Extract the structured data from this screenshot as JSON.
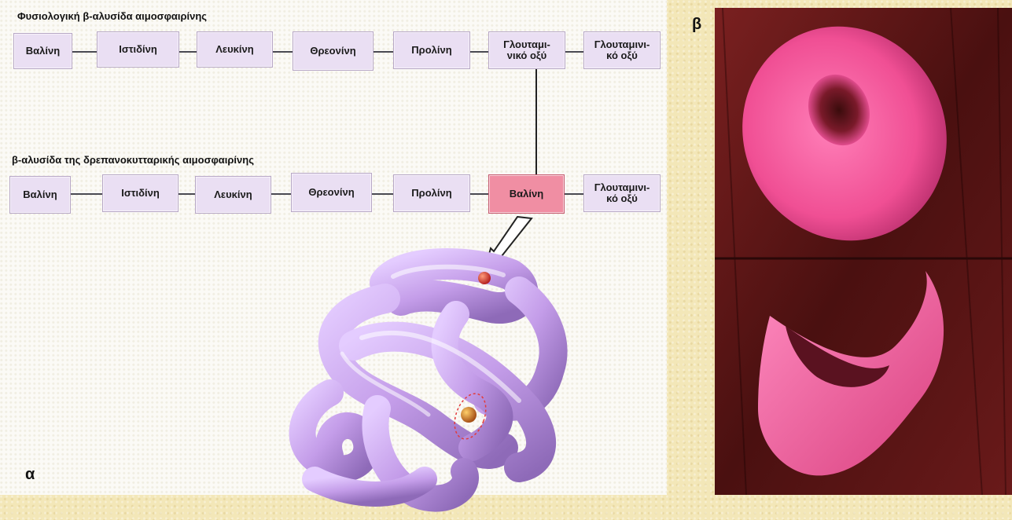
{
  "panel_a": {
    "label": "α",
    "normal_title": "Φυσιολογική β-αλυσίδα αιμοσφαιρίνης",
    "normal_chain": [
      "Βαλίνη",
      "Ιστιδίνη",
      "Λευκίνη",
      "Θρεονίνη",
      "Προλίνη",
      "Γλουταμι-\nνικό οξύ",
      "Γλουταμινι-\nκό οξύ"
    ],
    "sickle_title": "β-αλυσίδα της δρεπανοκυτταρικής αιμοσφαιρίνης",
    "sickle_chain": [
      "Βαλίνη",
      "Ιστιδίνη",
      "Λευκίνη",
      "Θρεονίνη",
      "Προλίνη",
      "Βαλίνη",
      "Γλουταμινι-\nκό οξύ"
    ],
    "mutated_index": 5
  },
  "panel_b": {
    "label": "β"
  },
  "colors": {
    "amino_box": "#eadff3",
    "mutated_box": "#f08ea3",
    "protein": "#c9a3ee",
    "cell": "#f0589a",
    "micrograph_bg": "#5a1616"
  }
}
